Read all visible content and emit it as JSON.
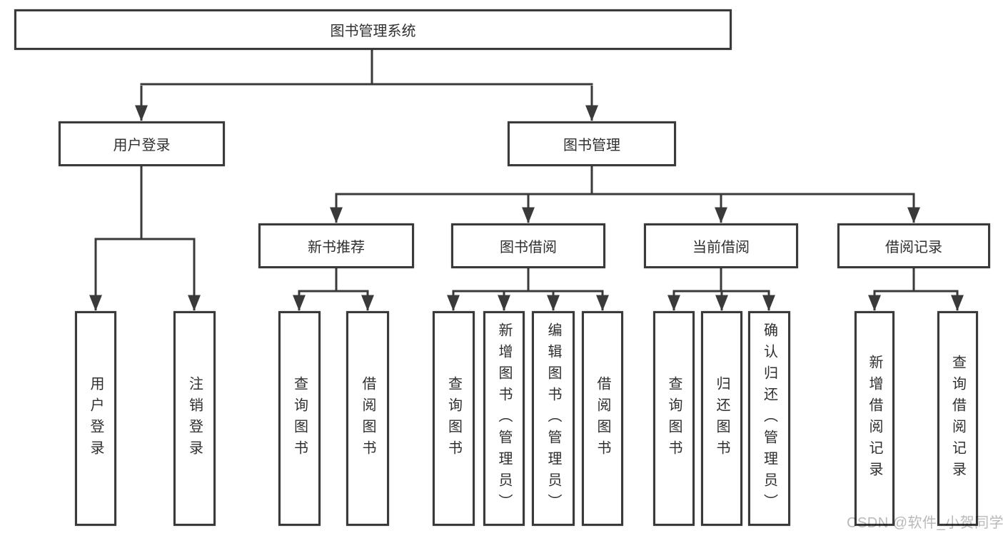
{
  "colors": {
    "line": "#3a3a3a",
    "text": "#2f2f2f",
    "watermark": "#b9b9b9",
    "background": "#ffffff"
  },
  "tree": {
    "root": {
      "label": "图书管理系统"
    },
    "branches": [
      {
        "label": "用户登录",
        "children": [
          "用户登录",
          "注销登录"
        ]
      },
      {
        "label": "图书管理",
        "groups": [
          {
            "label": "新书推荐",
            "children": [
              "查询图书",
              "借阅图书"
            ]
          },
          {
            "label": "图书借阅",
            "children": [
              "查询图书",
              "新增图书（管理员）",
              "编辑图书（管理员）",
              "借阅图书"
            ]
          },
          {
            "label": "当前借阅",
            "children": [
              "查询图书",
              "归还图书",
              "确认归还（管理员）"
            ]
          },
          {
            "label": "借阅记录",
            "children": [
              "新增借阅记录",
              "查询借阅记录"
            ]
          }
        ]
      }
    ]
  },
  "watermark": "CSDN @软件_小贺同学"
}
